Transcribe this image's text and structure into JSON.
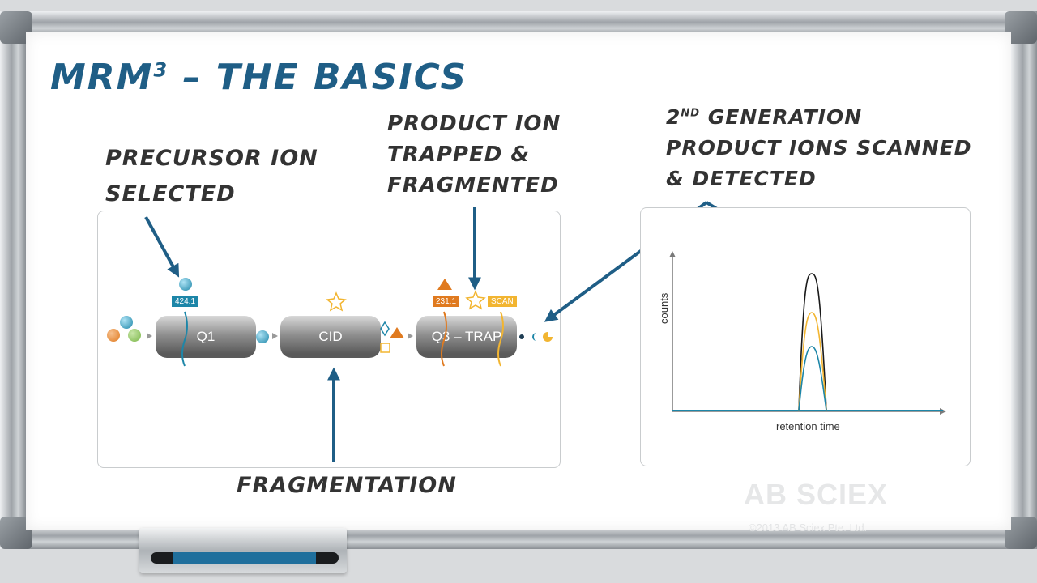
{
  "title_main": "MRM",
  "title_sup": "3",
  "title_rest": " – THE BASICS",
  "labels": {
    "precursor_line1": "PRECURSOR ION",
    "precursor_line2": "SELECTED",
    "product_line1": "PRODUCT ION",
    "product_line2": "TRAPPED &",
    "product_line3": "FRAGMENTED",
    "second_line1_a": "2",
    "second_line1_sup": "ND",
    "second_line1_b": " GENERATION",
    "second_line2": "PRODUCT IONS SCANNED",
    "second_line3": "& DETECTED",
    "fragmentation": "FRAGMENTATION"
  },
  "instrument": {
    "q1": "Q1",
    "cid": "CID",
    "q3": "Q3 – TRAP",
    "tag_precursor": "424.1",
    "tag_product": "231.1",
    "tag_scan": "SCAN"
  },
  "chart": {
    "ylabel": "counts",
    "xlabel": "retention time"
  },
  "watermark": {
    "logo": "AB SCIEX",
    "copyright": "©2013 AB Sciex Pte. Ltd."
  },
  "colors": {
    "title": "#1f5e86",
    "arrow": "#1f5e86",
    "teal": "#1d86a8",
    "orange": "#e07a1f",
    "yellow": "#f2b531",
    "green": "#7ab648",
    "gray_text": "#333333"
  }
}
